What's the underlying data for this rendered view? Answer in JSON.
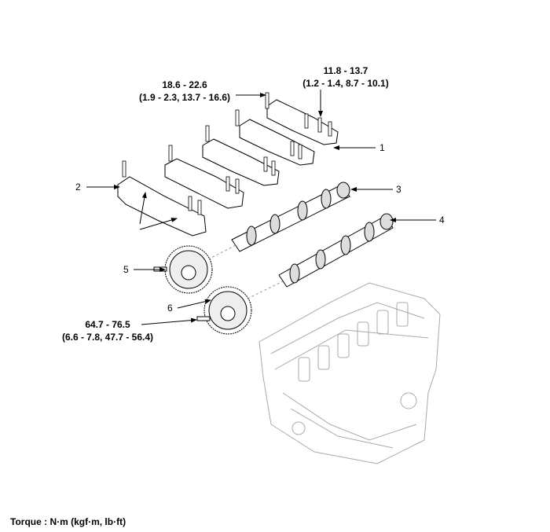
{
  "torque_specs": {
    "cap_bolt_large": {
      "nm": "18.6 - 22.6",
      "other_units": "(1.9 - 2.3, 13.7 - 16.6)"
    },
    "cap_bolt_small": {
      "nm": "11.8 - 13.7",
      "other_units": "(1.2 - 1.4, 8.7 - 10.1)"
    },
    "sprocket_bolt": {
      "nm": "64.7 - 76.5",
      "other_units": "(6.6 - 7.8, 47.7 - 56.4)"
    }
  },
  "callouts": [
    "1",
    "2",
    "3",
    "4",
    "5",
    "6"
  ],
  "footer": "Torque : N·m (kgf·m, lb·ft)"
}
